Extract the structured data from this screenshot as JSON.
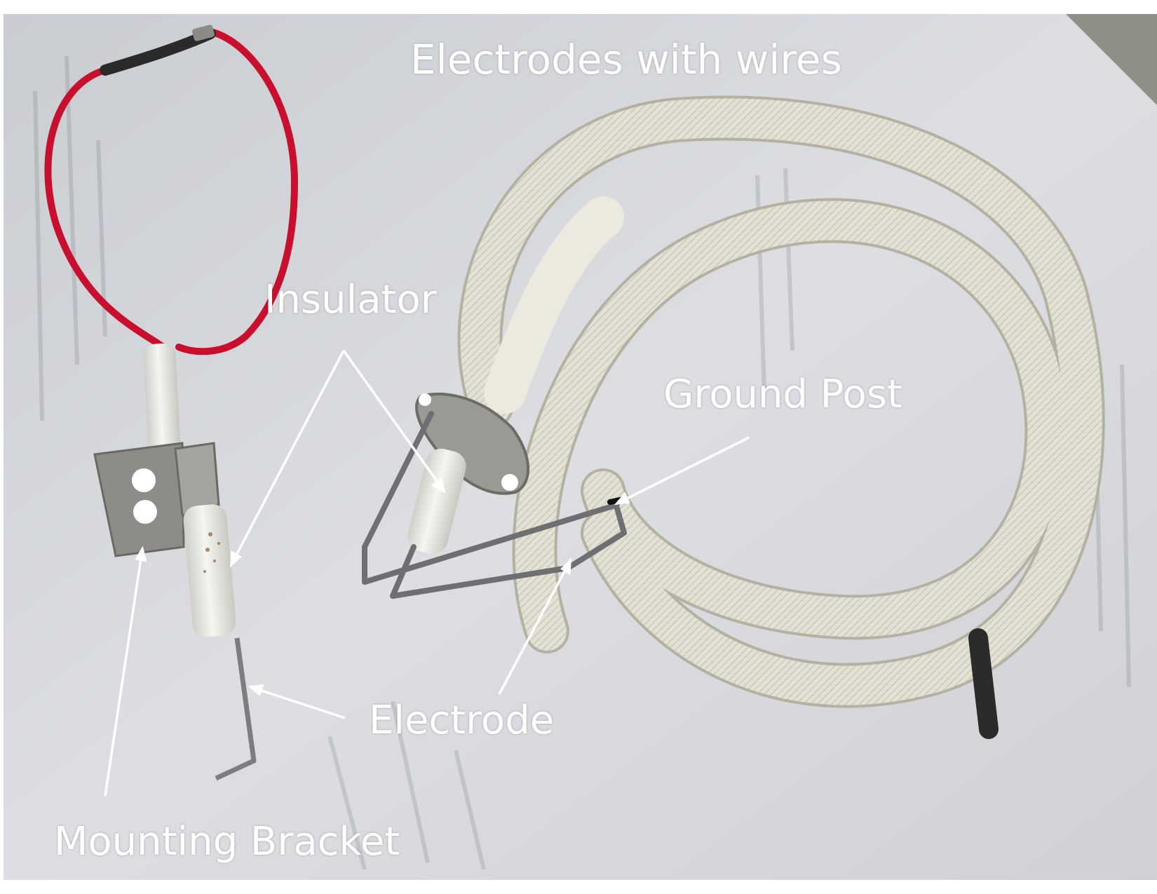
{
  "title": "Electrodes with wires",
  "labels": {
    "insulator": "Insulator",
    "ground_post": "Ground Post",
    "electrode": "Electrode",
    "mounting_bracket": "Mounting Bracket"
  },
  "colors": {
    "background": "#ffffff",
    "paper": "#d9dbdf",
    "label_text": "#ffffff",
    "red_wire": "#c8102e",
    "braided_wire": "#e4e1d6",
    "ceramic": "#efefea",
    "metal": "#7c7d80"
  }
}
